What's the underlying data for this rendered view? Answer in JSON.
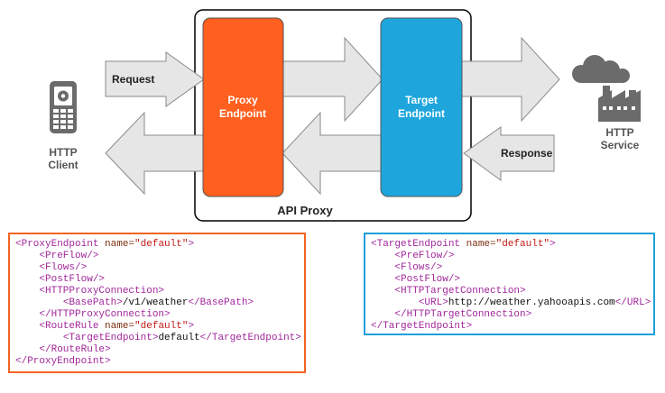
{
  "labels": {
    "request": "Request",
    "response": "Response",
    "http_client": [
      "HTTP",
      "Client"
    ],
    "http_service": [
      "HTTP",
      "Service"
    ],
    "proxy_endpoint": [
      "Proxy",
      "Endpoint"
    ],
    "target_endpoint": [
      "Target",
      "Endpoint"
    ],
    "api_proxy": "API Proxy"
  },
  "colors": {
    "proxy_endpoint": "#ff5f1f",
    "target_endpoint": "#1ea6dc",
    "arrow_fill": "#e6e6e6",
    "arrow_stroke": "#8a8a8a",
    "icon_gray": "#6b6b6b",
    "proxy_code_border": "#f26522",
    "target_code_border": "#1ea0da"
  },
  "proxy_code": [
    {
      "indent": 0,
      "open": "ProxyEndpoint",
      "attr": "name",
      "value": "\"default\""
    },
    {
      "indent": 1,
      "selfclose": "PreFlow"
    },
    {
      "indent": 1,
      "selfclose": "Flows"
    },
    {
      "indent": 1,
      "selfclose": "PostFlow"
    },
    {
      "indent": 1,
      "open": "HTTPProxyConnection"
    },
    {
      "indent": 2,
      "open": "BasePath",
      "text": "/v1/weather",
      "close": "BasePath"
    },
    {
      "indent": 1,
      "close": "HTTPProxyConnection"
    },
    {
      "indent": 1,
      "open": "RouteRule",
      "attr": "name",
      "value": "\"default\""
    },
    {
      "indent": 2,
      "open": "TargetEndpoint",
      "text": "default",
      "close": "TargetEndpoint"
    },
    {
      "indent": 1,
      "close": "RouteRule"
    },
    {
      "indent": 0,
      "close": "ProxyEndpoint"
    }
  ],
  "target_code": [
    {
      "indent": 0,
      "open": "TargetEndpoint",
      "attr": "name",
      "value": "\"default\""
    },
    {
      "indent": 1,
      "selfclose": "PreFlow"
    },
    {
      "indent": 1,
      "selfclose": "Flows"
    },
    {
      "indent": 1,
      "selfclose": "PostFlow"
    },
    {
      "indent": 1,
      "open": "HTTPTargetConnection"
    },
    {
      "indent": 2,
      "open": "URL",
      "text": "http://weather.yahooapis.com",
      "close": "URL"
    },
    {
      "indent": 1,
      "close": "HTTPTargetConnection"
    },
    {
      "indent": 0,
      "close": "TargetEndpoint"
    }
  ]
}
